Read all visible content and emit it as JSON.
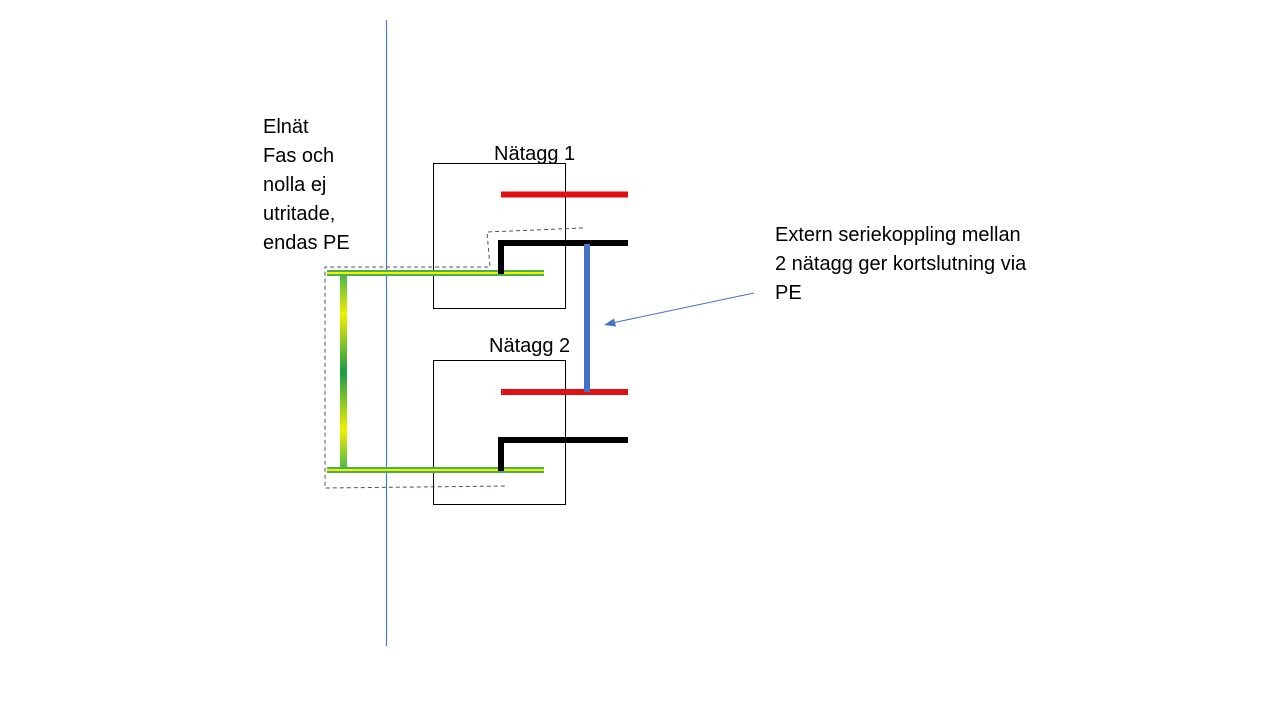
{
  "grid_label": {
    "lines": [
      "Elnät",
      "Fas och",
      "nolla ej",
      "utritade,",
      "endas PE"
    ]
  },
  "psu1": {
    "label": "Nätagg 1"
  },
  "psu2": {
    "label": "Nätagg 2"
  },
  "annotation": {
    "lines": [
      "Extern seriekoppling mellan",
      "2 nätagg ger kortslutning via",
      "PE"
    ]
  },
  "colors": {
    "phase_line": "#e01010",
    "neutral_line": "#000000",
    "external_link": "#4472c4",
    "grid_line": "#4a7ebb",
    "pe_yellow": "#f2f200",
    "pe_green": "#1aa04a",
    "dashed_outline": "#44546a"
  }
}
